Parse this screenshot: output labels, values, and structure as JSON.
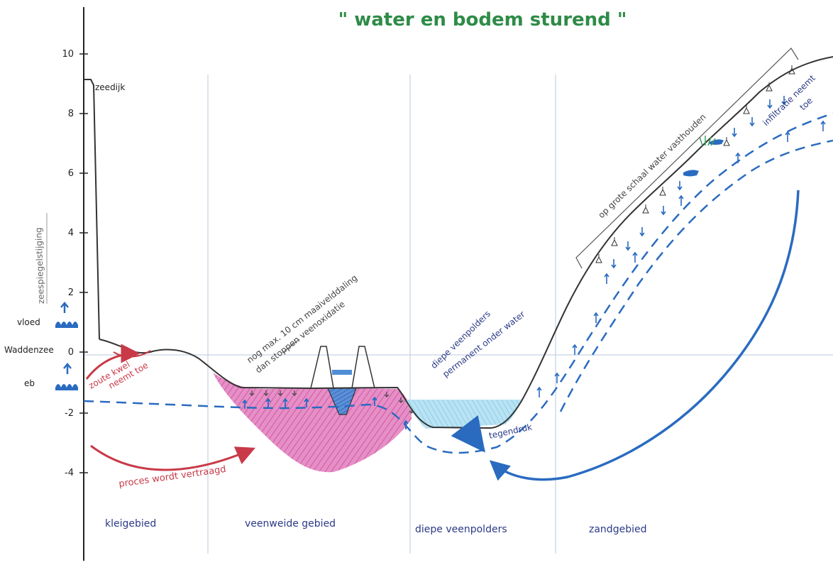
{
  "title": "\" water en bodem sturend \"",
  "colors": {
    "axis": "#222222",
    "guide": "#b9c9dd",
    "ground": "#333333",
    "blue": "#2a6bc0",
    "lightBlue": "#7fc6e6",
    "peat": "#d84fa4",
    "red": "#c83a48",
    "title": "#2e8b47",
    "label": "#2b3a87",
    "note": "#444444"
  },
  "y_axis": {
    "ticks": [
      "10",
      "8",
      "6",
      "4",
      "2",
      "0",
      "-2",
      "-4"
    ],
    "sea_level_rise": "zeespiegelstijging",
    "vloed": "vloed",
    "waddenzee": "Waddenzee",
    "eb": "eb"
  },
  "labels": {
    "zeedijk": "zeedijk",
    "zoute_kwel": [
      "zoute kwel",
      "neemt toe"
    ],
    "maaiveld_note": [
      "nog max. 10 cm maaivelddaling",
      "dan stoppen veenoxidatie"
    ],
    "diepe_note": [
      "diepe veenpolders",
      "permanent onder water"
    ],
    "grote_schaal": "op grote schaal water vasthouden",
    "infiltratie": [
      "infiltratie neemt",
      "toe"
    ],
    "tegendruk": "tegendruk",
    "proces": "proces wordt vertraagd"
  },
  "zones": [
    "kleigebied",
    "veenweide gebied",
    "diepe veenpolders",
    "zandgebied"
  ],
  "icons": [
    "wave-icon",
    "up-arrow-icon",
    "grass-icon",
    "tree-icon"
  ]
}
